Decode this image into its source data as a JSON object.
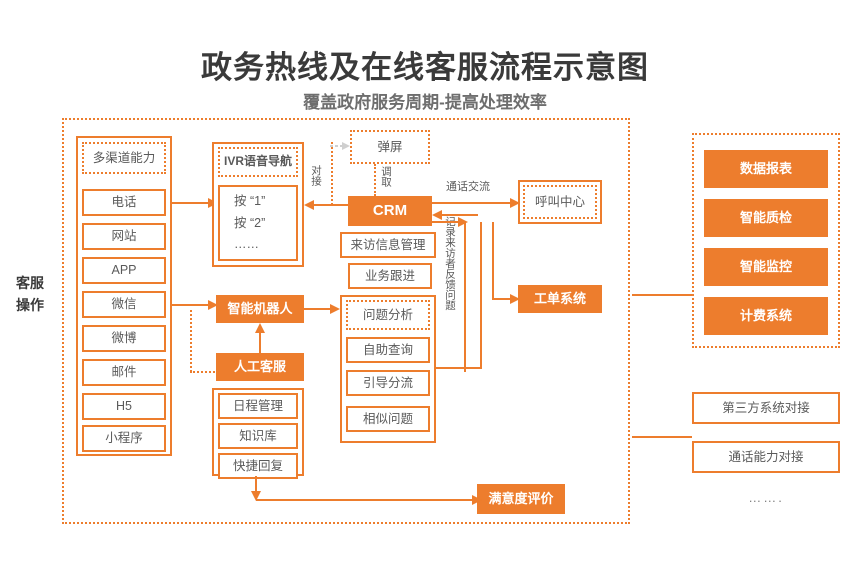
{
  "header": {
    "title": "政务热线及在线客服流程示意图",
    "subtitle": "覆盖政府服务周期-提高处理效率"
  },
  "side_label": {
    "line1": "客服",
    "line2": "操作"
  },
  "channels": {
    "header": "多渠道能力",
    "items": [
      "电话",
      "网站",
      "APP",
      "微信",
      "微博",
      "邮件",
      "H5",
      "小程序"
    ]
  },
  "ivr": {
    "header": "IVR语音导航",
    "options": [
      "按 “1”",
      "按 “2”",
      "……"
    ]
  },
  "popup": {
    "label": "弹屏"
  },
  "crm": {
    "label": "CRM",
    "items": [
      "来访信息管理",
      "业务跟进"
    ]
  },
  "robot": {
    "label": "智能机器人"
  },
  "agent": {
    "label": "人工客服",
    "tools": [
      "日程管理",
      "知识库",
      "快捷回复"
    ]
  },
  "analysis": {
    "header": "问题分析",
    "items": [
      "自助查询",
      "引导分流",
      "相似问题"
    ]
  },
  "callcenter": {
    "label": "呼叫中心"
  },
  "ticket": {
    "label": "工单系统"
  },
  "satisfaction": {
    "label": "满意度评价"
  },
  "platform": {
    "items": [
      "数据报表",
      "智能质检",
      "智能监控",
      "计费系统"
    ]
  },
  "integration": {
    "items": [
      "第三方系统对接",
      "通话能力对接"
    ],
    "more": "……."
  },
  "edge_labels": {
    "docking": "对接",
    "fetch": "调取",
    "call_exchange": "通话交流",
    "record_feedback": "记录来访者反馈问题"
  },
  "colors": {
    "accent": "#ED7D2D",
    "title": "#3a3a3a",
    "subtitle": "#6e6e6e",
    "text": "#5a5a5a"
  }
}
